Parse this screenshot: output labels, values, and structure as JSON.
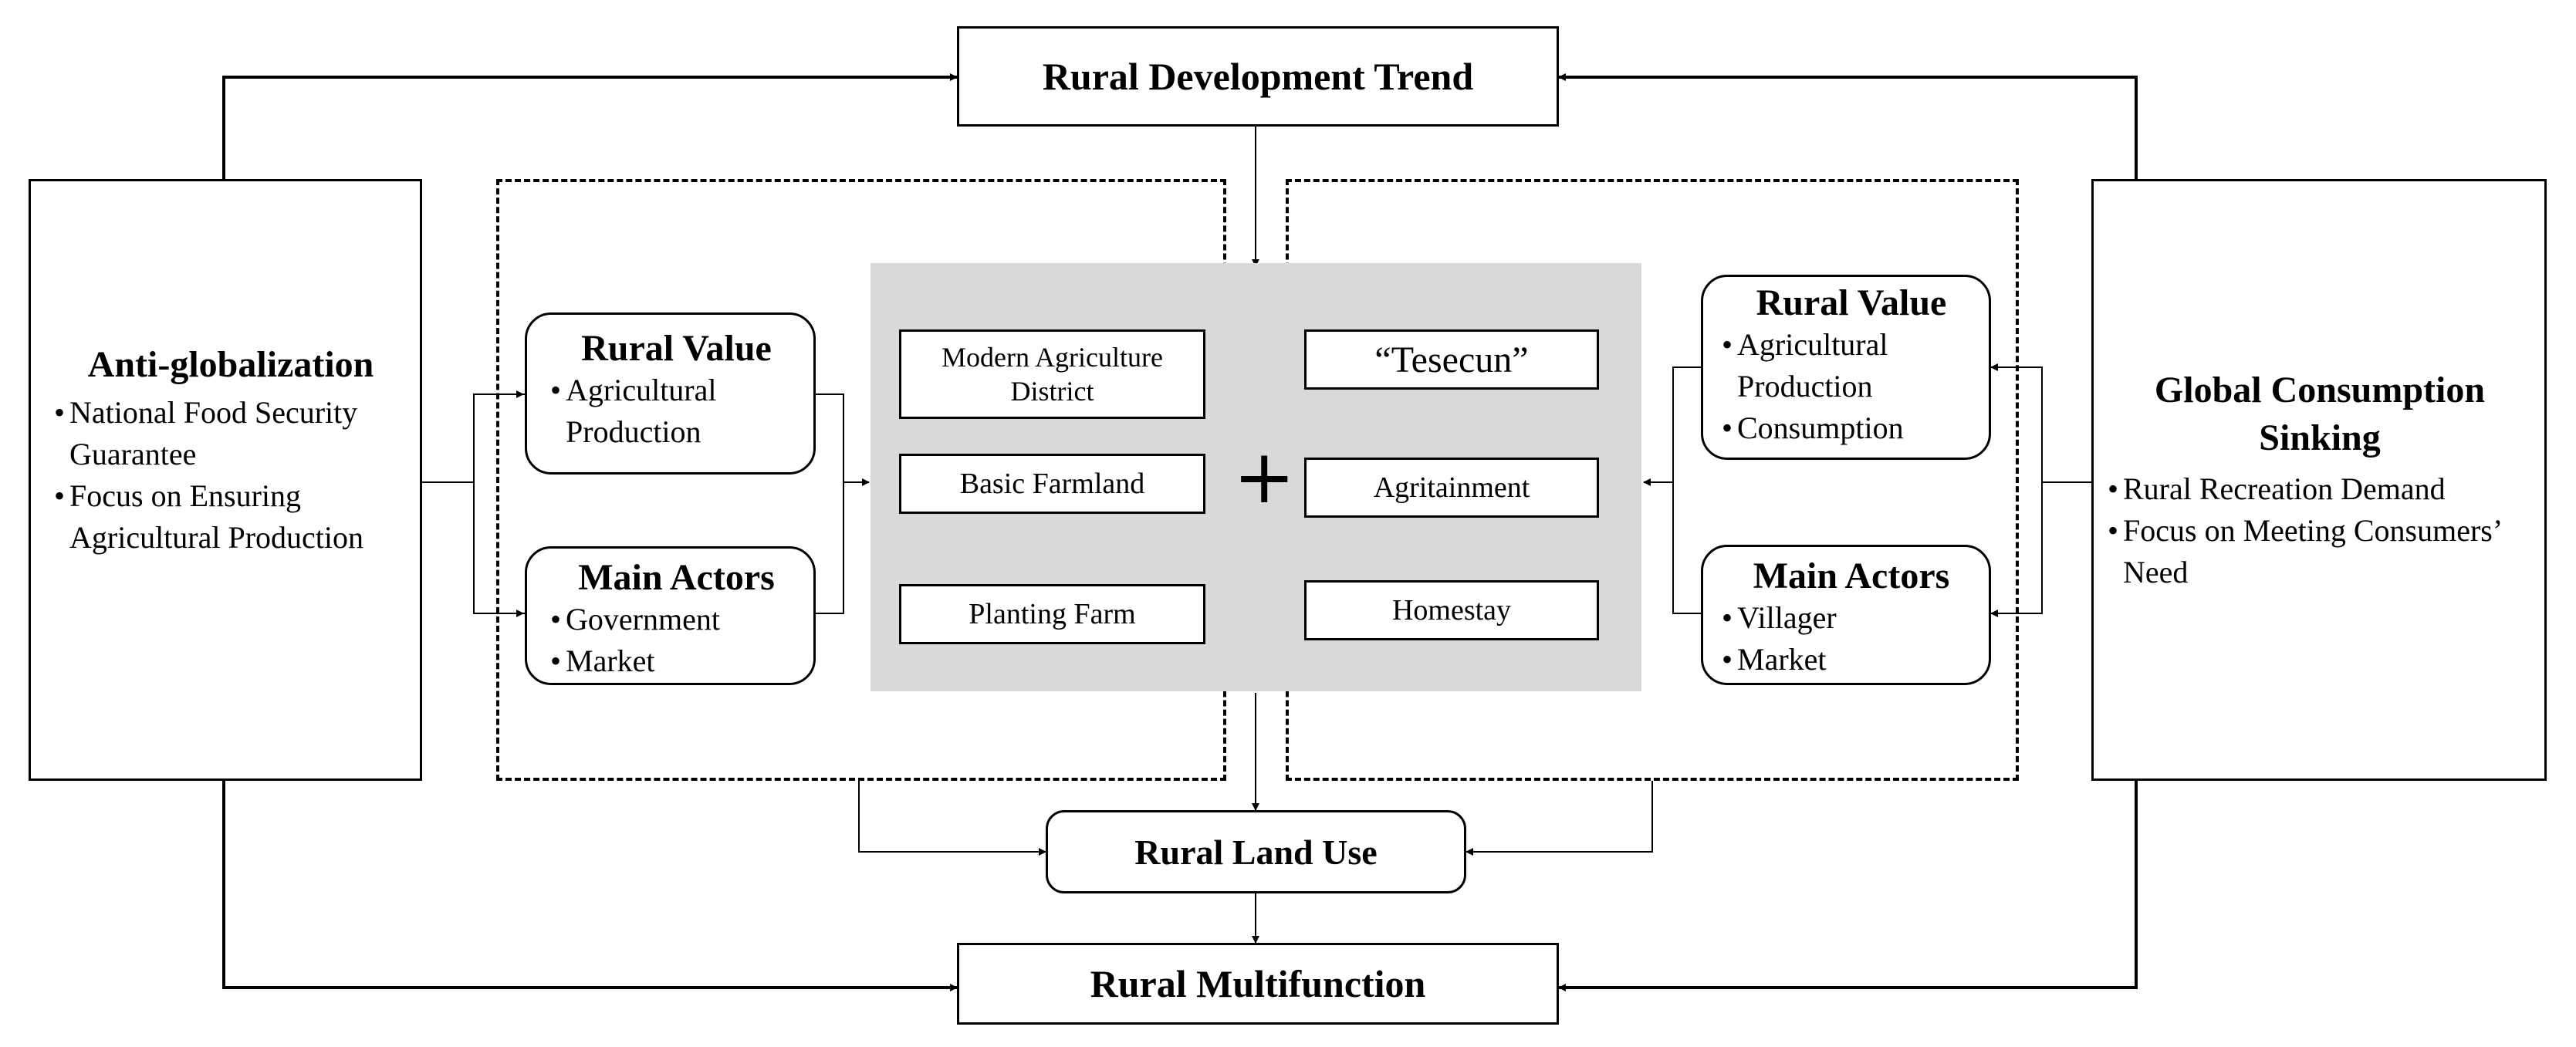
{
  "top": {
    "label": "Rural Development Trend"
  },
  "bottom": {
    "label": "Rural Multifunction"
  },
  "land_use": {
    "label": "Rural Land Use"
  },
  "left_driver": {
    "title": "Anti-globalization",
    "bullets": [
      "National Food Security Guarantee",
      "Focus on Ensuring Agricultural Production"
    ]
  },
  "right_driver": {
    "title_line1": "Global Consumption",
    "title_line2": "Sinking",
    "bullets": [
      "Rural Recreation Demand",
      "Focus on Meeting Consumers’ Need"
    ]
  },
  "left_value": {
    "title": "Rural Value",
    "bullets": [
      "Agricultural Production"
    ]
  },
  "left_actors": {
    "title": "Main Actors",
    "bullets": [
      "Government",
      "Market"
    ]
  },
  "right_value": {
    "title": "Rural Value",
    "bullets": [
      "Agricultural Production",
      "Consumption"
    ]
  },
  "right_actors": {
    "title": "Main Actors",
    "bullets": [
      "Villager",
      "Market"
    ]
  },
  "left_uses": [
    "Modern Agriculture District",
    "Basic Farmland",
    "Planting Farm"
  ],
  "right_uses": [
    "“Tesecun”",
    "Agritainment",
    "Homestay"
  ],
  "plus": "+"
}
